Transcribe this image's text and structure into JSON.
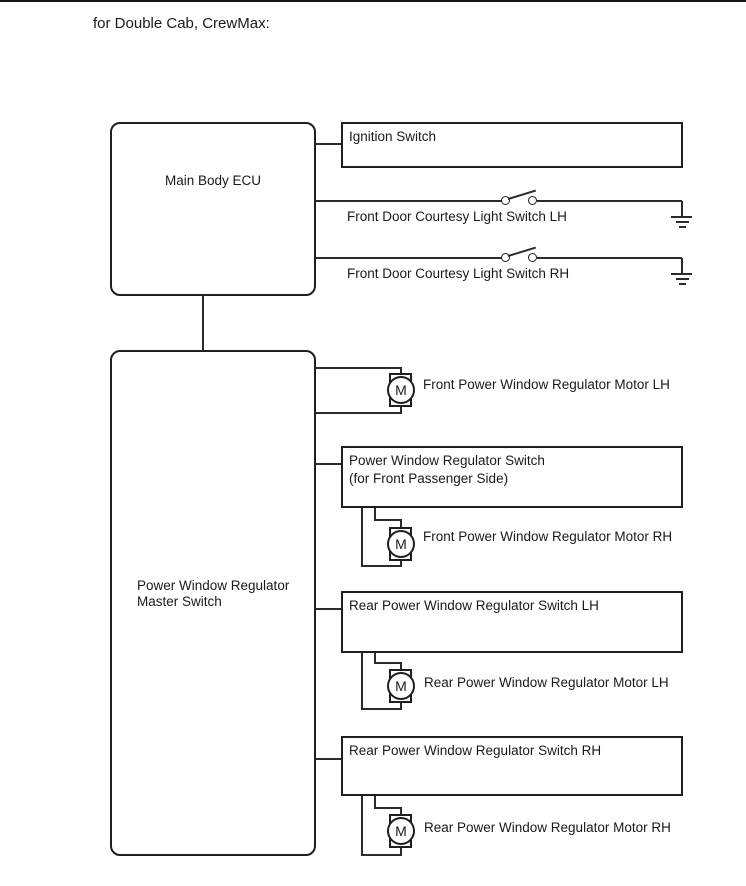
{
  "title": "for Double Cab, CrewMax:",
  "diagram": {
    "motor_symbol": "M",
    "ecu": {
      "label": "Main Body ECU"
    },
    "ignition": {
      "label": "Ignition Switch"
    },
    "courtesy_lh": {
      "label": "Front Door Courtesy Light Switch LH"
    },
    "courtesy_rh": {
      "label": "Front Door Courtesy Light Switch RH"
    },
    "master": {
      "label_line1": "Power Window Regulator",
      "label_line2": "Master Switch"
    },
    "front_motor_lh": {
      "label": "Front Power Window Regulator Motor LH"
    },
    "pwr_switch_front_passenger": {
      "label_line1": "Power Window Regulator Switch",
      "label_line2": "(for Front Passenger Side)"
    },
    "front_motor_rh": {
      "label": "Front Power Window Regulator Motor RH"
    },
    "rear_switch_lh": {
      "label": "Rear Power Window Regulator Switch LH"
    },
    "rear_motor_lh": {
      "label": "Rear Power Window Regulator Motor LH"
    },
    "rear_switch_rh": {
      "label": "Rear Power Window Regulator Switch RH"
    },
    "rear_motor_rh": {
      "label": "Rear Power Window Regulator Motor RH"
    },
    "colors": {
      "line": "#2b2b2b",
      "text": "#1a1a1a",
      "background": "#ffffff"
    }
  }
}
